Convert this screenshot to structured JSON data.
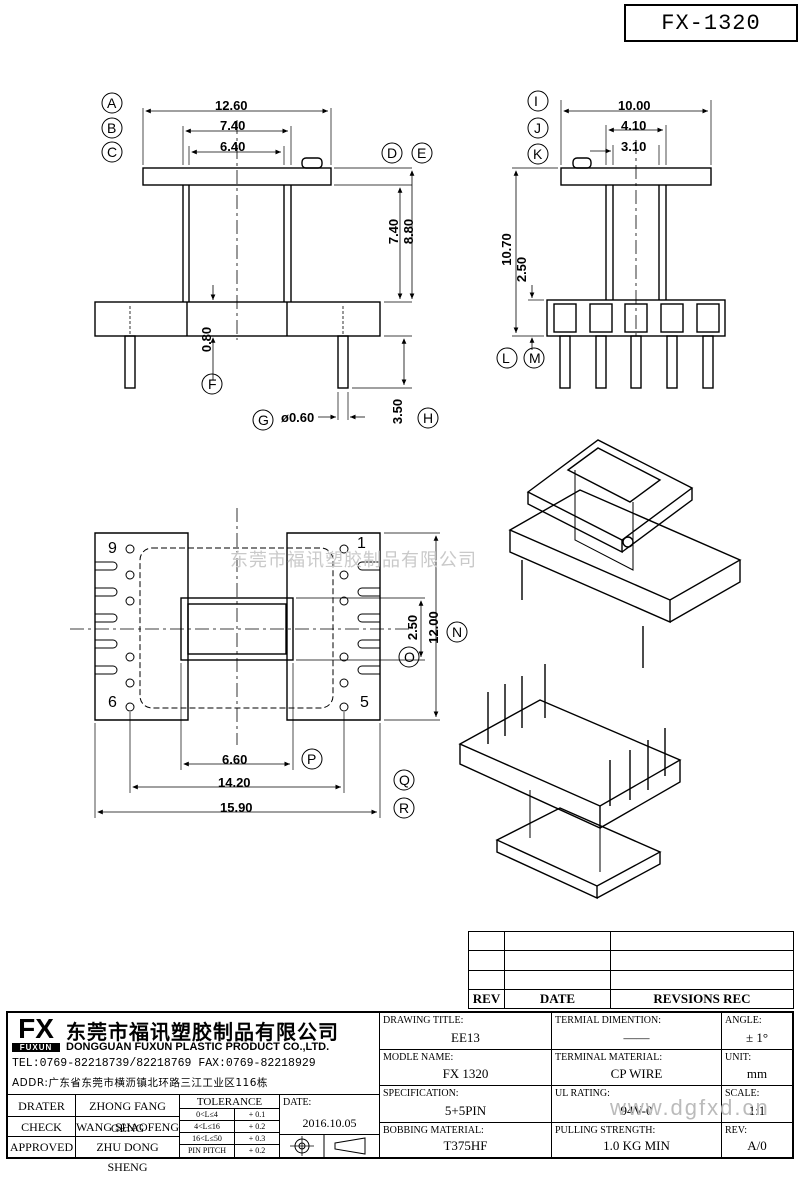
{
  "drawing_number": "FX-1320",
  "front_view": {
    "labels": [
      "A",
      "B",
      "C",
      "D",
      "E",
      "F",
      "G",
      "H"
    ],
    "dims": {
      "w_top": "12.60",
      "w_mid": "7.40",
      "w_core": "6.40",
      "h_inner": "7.40",
      "h_outer": "8.80",
      "base": "0.80",
      "pin_dia": "ø0.60",
      "pin_len": "3.50"
    }
  },
  "side_view": {
    "labels": [
      "I",
      "J",
      "K",
      "L",
      "M"
    ],
    "dims": {
      "w_top": "10.00",
      "w_mid": "4.10",
      "w_core": "3.10",
      "h_total": "10.70",
      "h_base": "2.50"
    }
  },
  "bottom_view": {
    "labels": [
      "N",
      "O",
      "P",
      "Q",
      "R"
    ],
    "pin_numbers": [
      "9",
      "1",
      "6",
      "5"
    ],
    "dims": {
      "h_inner": "2.50",
      "h_outer": "12.00",
      "w_core": "6.60",
      "w_mid": "14.20",
      "w_total": "15.90"
    }
  },
  "watermark": "东莞市福讯塑胶制品有限公司",
  "watermark_url": "www.dgfxd.cn",
  "revision_table": {
    "headers": [
      "REV",
      "DATE",
      "REVSIONS REC"
    ]
  },
  "company": {
    "logo_text": "FX",
    "logo_sub": "FUXUN",
    "name_cn": "东莞市福讯塑胶制品有限公司",
    "name_en": "DONGGUAN FUXUN PLASTIC PRODUCT CO.,LTD.",
    "tel": "TEL:0769-82218739/82218769 FAX:0769-82218929",
    "addr": "ADDR:广东省东莞市横沥镇北环路三江工业区116栋"
  },
  "signatures": [
    {
      "role": "DRATER",
      "name": "ZHONG FANG GENG"
    },
    {
      "role": "CHECK",
      "name": "WANG SHAOFENG"
    },
    {
      "role": "APPROVED",
      "name": "ZHU DONG SHENG"
    }
  ],
  "tolerance": {
    "title": "TOLERANCE",
    "rows": [
      [
        "0<L≤4",
        "+ 0.1"
      ],
      [
        "4<L≤16",
        "+ 0.2"
      ],
      [
        "16<L≤50",
        "+ 0.3"
      ],
      [
        "PIN PITCH",
        "+ 0.2"
      ]
    ]
  },
  "date_label": "DATE:",
  "date": "2016.10.05",
  "fields": {
    "drawing_title_label": "DRAWING TITLE:",
    "drawing_title": "EE13",
    "terminal_dim_label": "TERMIAL DIMENTION:",
    "terminal_dim": "——",
    "angle_label": "ANGLE:",
    "angle": "± 1°",
    "model_label": "MODLE NAME:",
    "model": "FX 1320",
    "terminal_mat_label": "TERMINAL MATERIAL:",
    "terminal_mat": "CP WIRE",
    "unit_label": "UNIT:",
    "unit": "mm",
    "spec_label": "SPECIFICATION:",
    "spec": "5+5PIN",
    "ul_label": "UL RATING:",
    "ul": "94V-0",
    "scale_label": "SCALE:",
    "scale": "1:1",
    "bobbin_label": "BOBBING MATERIAL:",
    "bobbin": "T375HF",
    "pull_label": "PULLING STRENGTH:",
    "pull": "1.0 KG MIN",
    "rev_label": "REV:",
    "rev": "A/0"
  }
}
